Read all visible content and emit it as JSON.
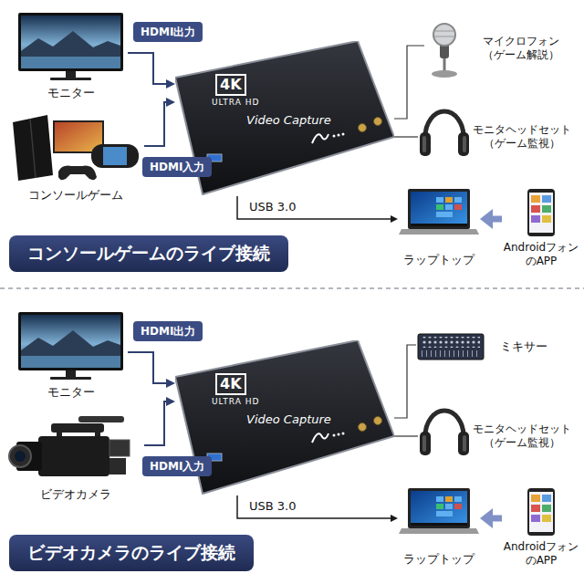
{
  "diagram": {
    "nodes": [
      {
        "text": [
          "モニター"
        ]
      },
      {
        "text": [
          "4K",
          "ULTRA HD",
          "Video Capture"
        ]
      },
      {
        "text": [
          "マイクロフォン （ゲーム解説）"
        ]
      },
      {
        "text": [
          "コンソールゲーム"
        ]
      },
      {
        "text": [
          "モニタヘッドセット （ゲーム監視）"
        ]
      },
      {
        "text": [
          "ラップトップ"
        ]
      },
      {
        "text": [
          "Androidフォン のAPP"
        ]
      },
      {
        "text": [
          "コンソールゲームのライブ接続"
        ]
      },
      {
        "text": [
          "モニター"
        ]
      },
      {
        "text": [
          "4K",
          "ULTRA HD",
          "Video Capture"
        ]
      },
      {
        "text": [
          "ミキサー"
        ]
      },
      {
        "text": [
          "ビデオカメラ"
        ]
      },
      {
        "text": [
          "モニタヘッドセット （ゲーム監視）"
        ]
      },
      {
        "text": [
          "ラップトップ"
        ]
      },
      {
        "text": [
          "Androidフォン のAPP"
        ]
      },
      {
        "text": [
          "ビデオカメラのライブ接続"
        ]
      }
    ],
    "edges": [
      {
        "from": 0,
        "to": 1,
        "arrow": "to",
        "label": "HDMI出力"
      },
      {
        "from": 3,
        "to": 1,
        "arrow": "to",
        "label": "HDMI入力"
      },
      {
        "from": 1,
        "to": 5,
        "arrow": "to",
        "label": "USB 3.0"
      },
      {
        "from": 6,
        "to": 5,
        "arrow": "to"
      },
      {
        "from": 1,
        "to": 2,
        "arrow": "none"
      },
      {
        "from": 1,
        "to": 4,
        "arrow": "none"
      },
      {
        "from": 8,
        "to": 9,
        "arrow": "to",
        "label": "HDMI出力"
      },
      {
        "from": 11,
        "to": 9,
        "arrow": "to",
        "label": "HDMI入力"
      },
      {
        "from": 9,
        "to": 13,
        "arrow": "to",
        "label": "USB 3.0"
      },
      {
        "from": 14,
        "to": 13,
        "arrow": "to"
      },
      {
        "from": 9,
        "to": 10,
        "arrow": "none"
      },
      {
        "from": 9,
        "to": 12,
        "arrow": "none"
      }
    ]
  }
}
